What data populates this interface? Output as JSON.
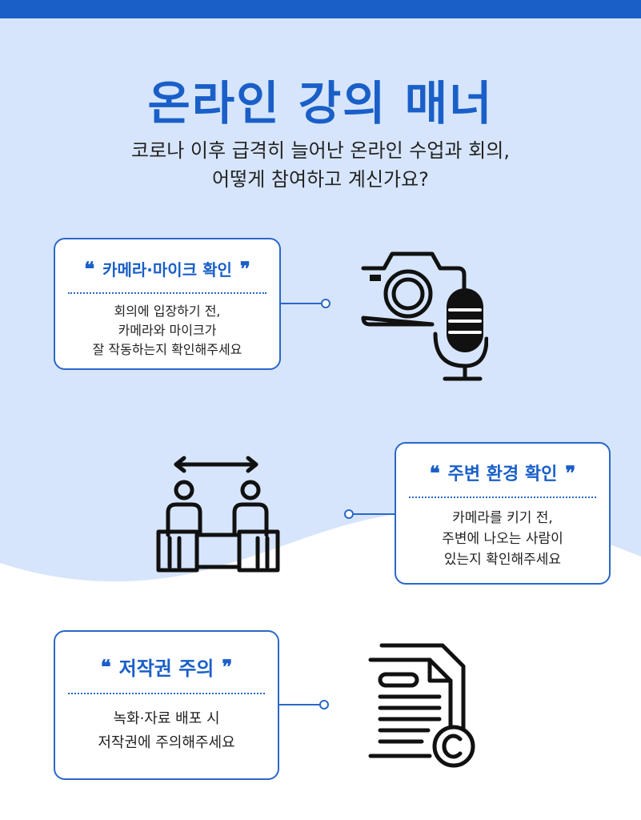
{
  "header": {
    "title": "온라인 강의 매너",
    "subtitle_lines": [
      "코로나 이후 급격히 늘어난 온라인 수업과 회의,",
      "어떻게 참여하고 계신가요?"
    ]
  },
  "open_quote": "❝",
  "close_quote": "❞",
  "cards": [
    {
      "title": "카메라·마이크 확인",
      "body_lines": [
        "회의에 입장하기 전,",
        "카메라와 마이크가",
        "잘 작동하는지 확인해주세요"
      ],
      "icon": "camera-microphone-icon"
    },
    {
      "title": "주변 환경 확인",
      "body_lines": [
        "카메라를 키기 전,",
        "주변에 나오는 사람이",
        "있는지 확인해주세요"
      ],
      "icon": "people-distance-icon"
    },
    {
      "title": "저작권 주의",
      "body_lines": [
        "녹화·자료 배포 시",
        "저작권에 주의해주세요"
      ],
      "icon": "document-copyright-icon"
    }
  ],
  "colors": {
    "accent": "#1a5fc8",
    "background_wave": "#d6e5fb",
    "border": "#2a68c8"
  }
}
